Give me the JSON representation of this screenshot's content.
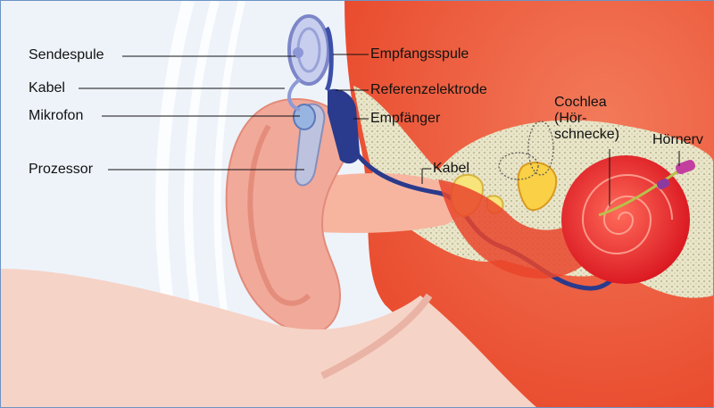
{
  "diagram": {
    "labels": {
      "sendespule": "Sendespule",
      "kabel_outer": "Kabel",
      "mikrofon": "Mikrofon",
      "prozessor": "Prozessor",
      "empfangsspule": "Empfangsspule",
      "referenzelektrode": "Referenzelektrode",
      "empfaenger": "Empfänger",
      "kabel_inner": "Kabel",
      "cochlea": "Cochlea\n(Hör-\nschnecke)",
      "hoernerv": "Hörnerv"
    },
    "colors": {
      "background": "#eef3fa",
      "border": "#6c93c4",
      "tissue_red": "#ef5a3a",
      "tissue_light": "#f6c3b4",
      "skin": "#f4cfc2",
      "bone": "#e8e3c8",
      "cochlea": "#e8202a",
      "implant_blue": "#2a3a8c",
      "leader_line": "#111111"
    }
  }
}
